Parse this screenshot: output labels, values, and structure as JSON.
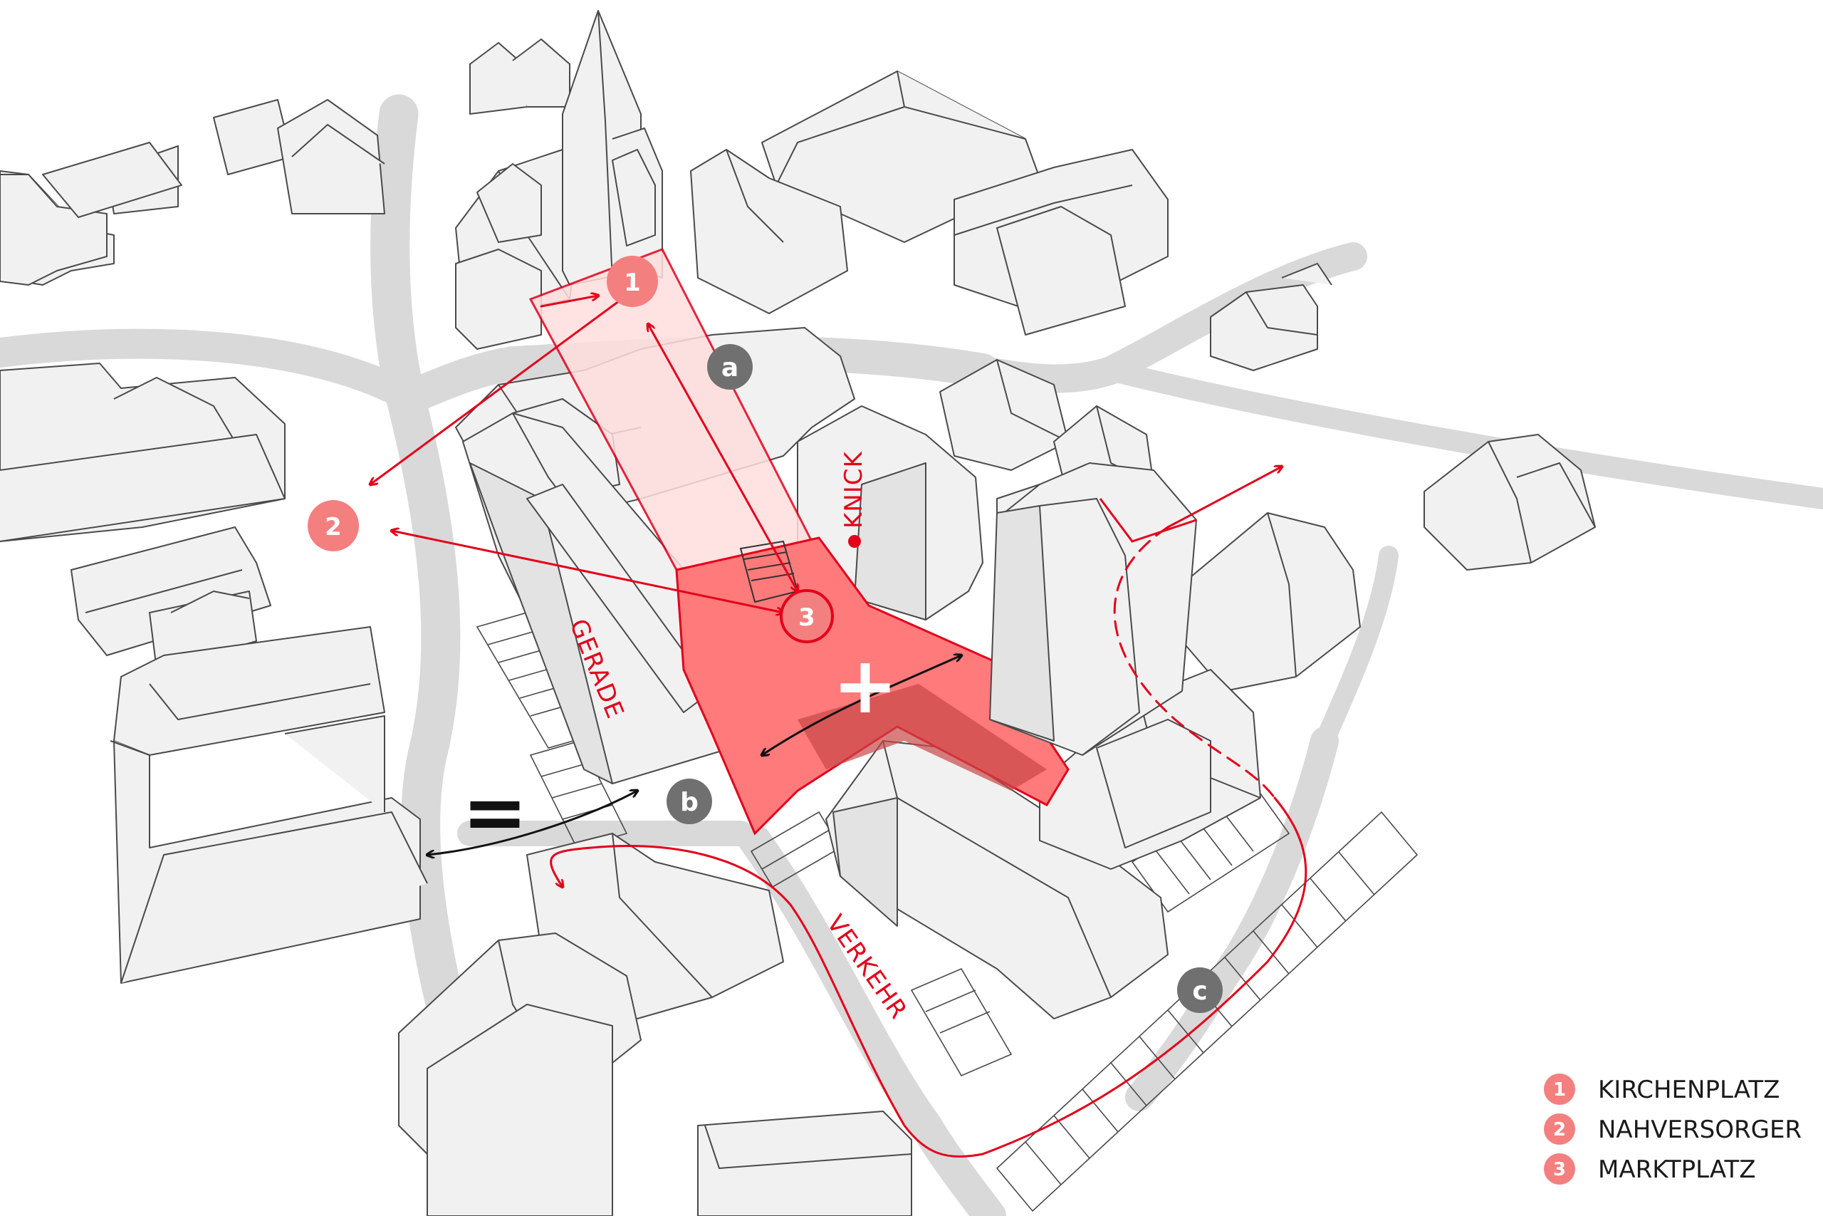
{
  "colors": {
    "accent_red": "#e3001b",
    "marker_pink": "#f47f7f",
    "plaza_red": "#ff7a7a",
    "marker_grey": "#707070",
    "road_grey": "#d9d9d9"
  },
  "labels": {
    "gerade": "GERADE",
    "knick": "KNICK",
    "verkehr": "VERKEHR"
  },
  "markers": {
    "numbers": [
      {
        "label": "1"
      },
      {
        "label": "2"
      },
      {
        "label": "3"
      }
    ],
    "letters": [
      {
        "label": "a"
      },
      {
        "label": "b"
      },
      {
        "label": "c"
      }
    ]
  },
  "symbols": {
    "plus": "+",
    "equals": "="
  },
  "legend": [
    {
      "number": "1",
      "text": "KIRCHENPLATZ"
    },
    {
      "number": "2",
      "text": "NAHVERSORGER"
    },
    {
      "number": "3",
      "text": "MARKTPLATZ"
    }
  ]
}
